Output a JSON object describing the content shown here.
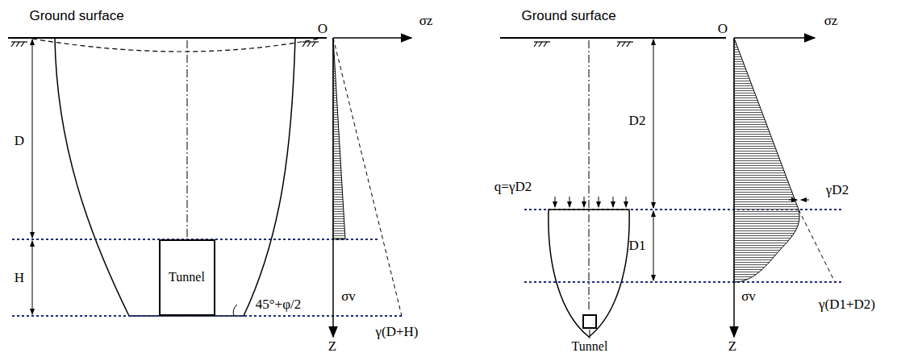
{
  "diagram": {
    "nodes": [
      {
        "text": [
          "Tunnel"
        ]
      },
      {
        "text": [
          "Tunnel"
        ]
      }
    ],
    "labels": [
      "Ground surface",
      "D",
      "H",
      "O",
      "σz",
      "σv",
      "Z",
      "45°+φ/2",
      "γ(D+H)",
      "Ground surface",
      "D2",
      "D1",
      "q=γD2",
      "O",
      "σz",
      "γD2",
      "σv",
      "γ(D1+D2)",
      "Z"
    ]
  }
}
